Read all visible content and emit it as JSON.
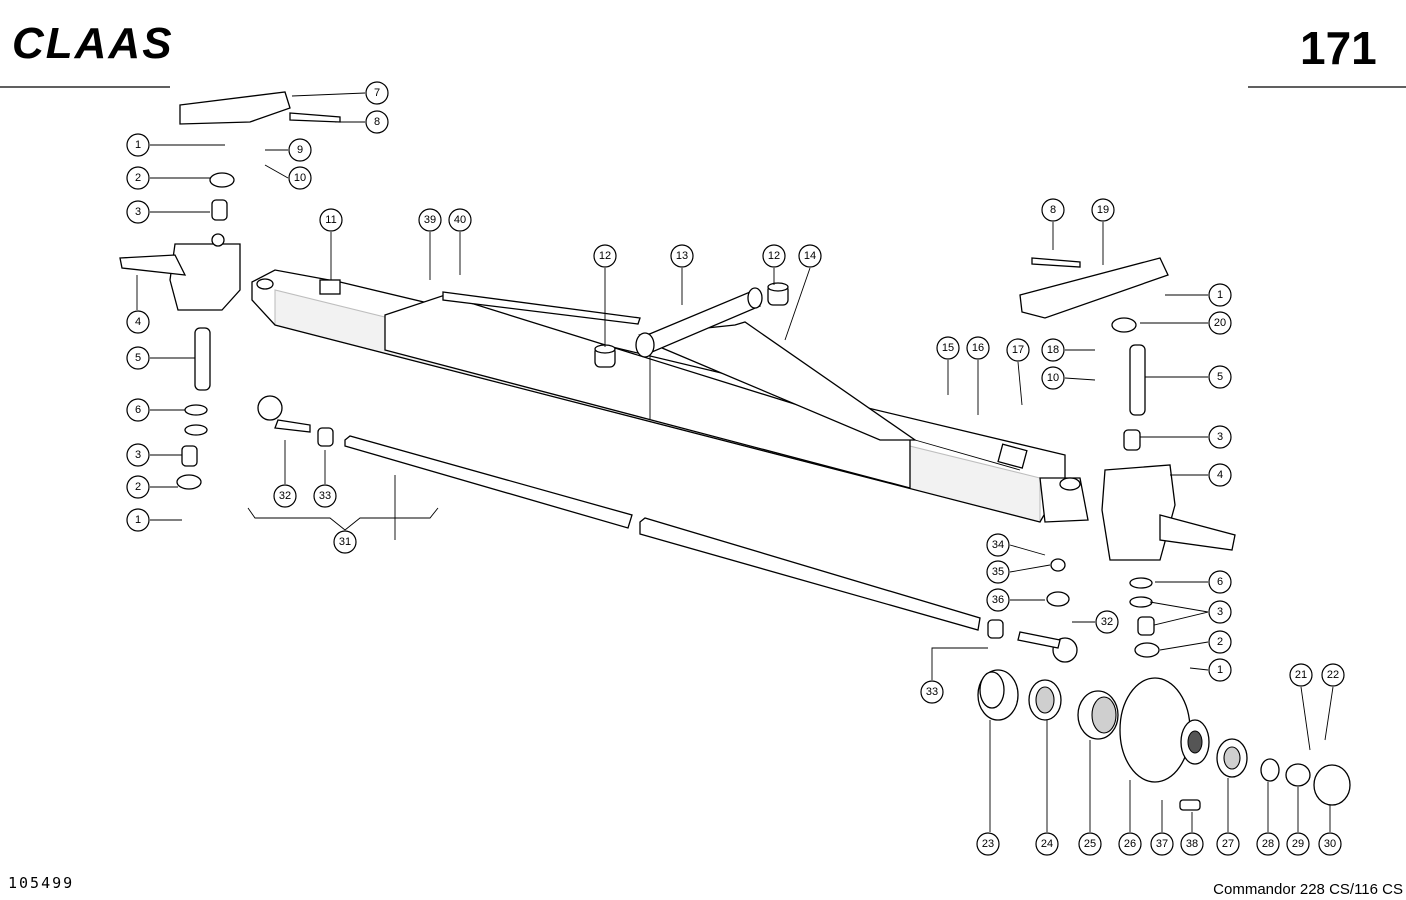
{
  "header": {
    "brand": "CLAAS",
    "page_number": "171"
  },
  "footer": {
    "drawing_number": "105499",
    "model": "Commandor 228 CS/116 CS"
  },
  "callouts": {
    "c7": "7",
    "c8a": "8",
    "c1a": "1",
    "c9": "9",
    "c2a": "2",
    "c10a": "10",
    "c3a": "3",
    "c4a": "4",
    "c5a": "5",
    "c6a": "6",
    "c3b": "3",
    "c2b": "2",
    "c1b": "1",
    "c11": "11",
    "c39": "39",
    "c40": "40",
    "c12a": "12",
    "c13": "13",
    "c12b": "12",
    "c14": "14",
    "c8b": "8",
    "c19": "19",
    "c1c": "1",
    "c20": "20",
    "c15": "15",
    "c16": "16",
    "c17": "17",
    "c18": "18",
    "c10b": "10",
    "c5b": "5",
    "c3c": "3",
    "c4b": "4",
    "c32a": "32",
    "c33a": "33",
    "c31": "31",
    "c34": "34",
    "c35": "35",
    "c36": "36",
    "c32b": "32",
    "c33b": "33",
    "c6b": "6",
    "c3d": "3",
    "c2c": "2",
    "c1d": "1",
    "c21": "21",
    "c22": "22",
    "c23": "23",
    "c24": "24",
    "c25": "25",
    "c26": "26",
    "c37": "37",
    "c38": "38",
    "c27": "27",
    "c28": "28",
    "c29": "29",
    "c30": "30"
  }
}
